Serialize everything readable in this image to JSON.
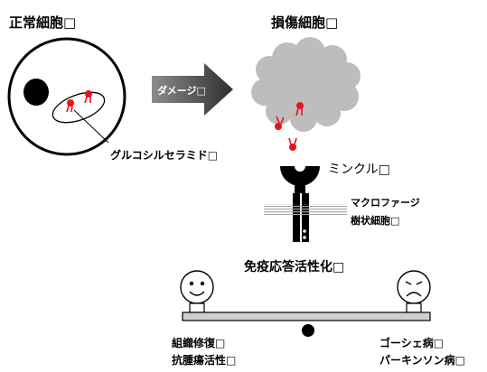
{
  "labels": {
    "normal_cell": "正常細胞□",
    "damaged_cell": "損傷細胞□",
    "damage": "ダメージ□",
    "glucosylceramide": "グルコシルセラミド□",
    "mincle": "ミンクル□",
    "macrophage": "マクロファージ",
    "dendritic_cell": "樹状細胞□",
    "immune_activation": "免疫応答活性化□",
    "left_effect_1": "組織修復□",
    "left_effect_2": "抗腫瘍活性□",
    "right_effect_1": "ゴーシェ病□",
    "right_effect_2": "パーキンソン病□"
  },
  "colors": {
    "lipid_red": "#e8141c",
    "cloud_gray": "#bdbdbd",
    "arrow_dark": "#2e2e2e",
    "arrow_light": "#9a9a9a",
    "seesaw_gray": "#cfcfcf"
  },
  "icons": {
    "happy_face": "smiling-face-icon",
    "sad_face": "frowning-face-icon"
  }
}
